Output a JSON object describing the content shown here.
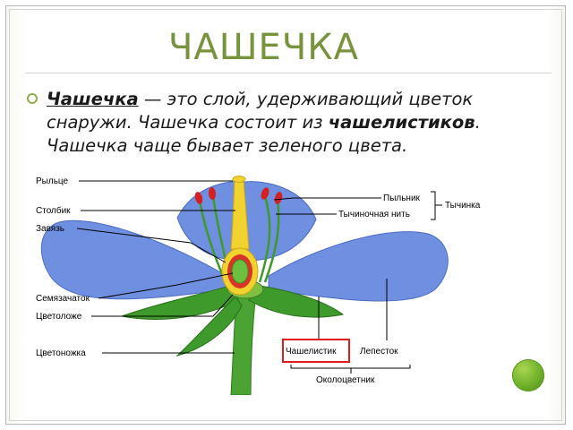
{
  "slide": {
    "title": "ЧАШЕЧКА",
    "bullet": {
      "term": "Чашечка",
      "t1": " — это слой, удерживающий цветок снаружи. Чашечка состоит из ",
      "bold": "чашелистиков",
      "t2": ". Чашечка чаще бывает зеленого цвета."
    }
  },
  "diagram": {
    "labels": {
      "stigma": "Рыльце",
      "style": "Столбик",
      "ovary": "Завязь",
      "ovule": "Семязачаток",
      "receptacle": "Цветоложе",
      "pedicel": "Цветоножка",
      "anther": "Пыльник",
      "filament": "Тычиночная нить",
      "stamen": "Тычинка",
      "sepal": "Чашелистик",
      "petal": "Лепесток",
      "perianth": "Околоцветник"
    },
    "colors": {
      "petal": "#6f8fe0",
      "leaf": "#3f9a2c",
      "pistil": "#f2d22e",
      "ovary": "#d8342a",
      "anther": "#d42020",
      "highlight": "#e01b1b"
    }
  }
}
